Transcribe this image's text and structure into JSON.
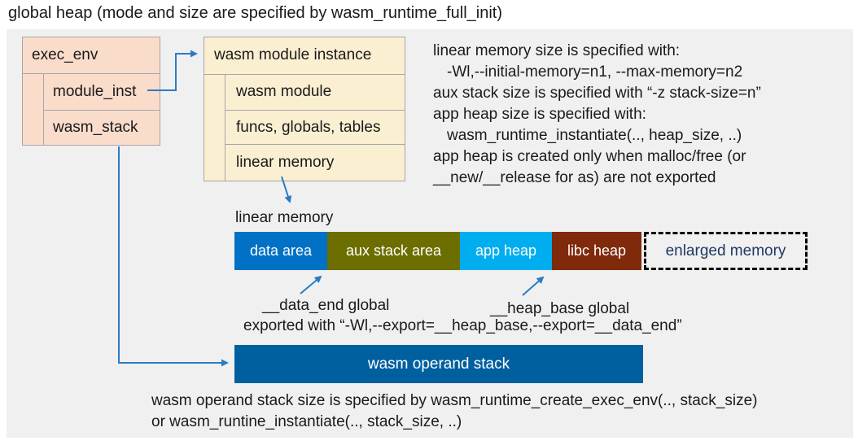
{
  "title": "global heap (mode and size are specified by wasm_runtime_full_init)",
  "exec_env": {
    "title": "exec_env",
    "rows": [
      {
        "label": "module_inst"
      },
      {
        "label": "wasm_stack"
      }
    ]
  },
  "module_instance": {
    "title": "wasm module instance",
    "rows": [
      {
        "label": "wasm module"
      },
      {
        "label": "funcs, globals, tables"
      },
      {
        "label": "linear memory"
      }
    ]
  },
  "info_text": {
    "lines": [
      {
        "text": "linear memory size is specified with:"
      },
      {
        "text": "-Wl,--initial-memory=n1, --max-memory=n2"
      },
      {
        "text": "aux stack size is specified with “-z stack-size=n”"
      },
      {
        "text": "app heap size is specified with:"
      },
      {
        "text": "wasm_runtime_instantiate(.., heap_size, ..)"
      },
      {
        "text": "app heap is created only when malloc/free (or"
      },
      {
        "text": "__new/__release for as) are not exported"
      }
    ]
  },
  "linear_memory": {
    "label": "linear memory",
    "segments": [
      {
        "label": "data area",
        "color": "#0071C5"
      },
      {
        "label": "aux stack area",
        "color": "#6C6E00"
      },
      {
        "label": "app heap",
        "color": "#00AEEF"
      },
      {
        "label": "libc heap",
        "color": "#7E2A0B"
      }
    ],
    "enlarged": {
      "label": "enlarged memory",
      "text_color": "#1F3864"
    }
  },
  "annotations": {
    "data_end": "__data_end global",
    "heap_base": "__heap_base global",
    "exported": "exported with “-Wl,--export=__heap_base,--export=__data_end”"
  },
  "operand_stack": {
    "label": "wasm operand stack",
    "color": "#00609F"
  },
  "bottom_text": {
    "lines": [
      "wasm operand stack size is specified by wasm_runtime_create_exec_env(.., stack_size)",
      "or wasm_runtine_instantiate(.., stack_size, ..)"
    ]
  },
  "colors": {
    "connector": "#2B7BC4",
    "panel_bg": "#F0F0F0",
    "box_pink": "#FADCCB",
    "box_cream": "#FBEFD2",
    "border_gray": "#A6A6A6"
  }
}
